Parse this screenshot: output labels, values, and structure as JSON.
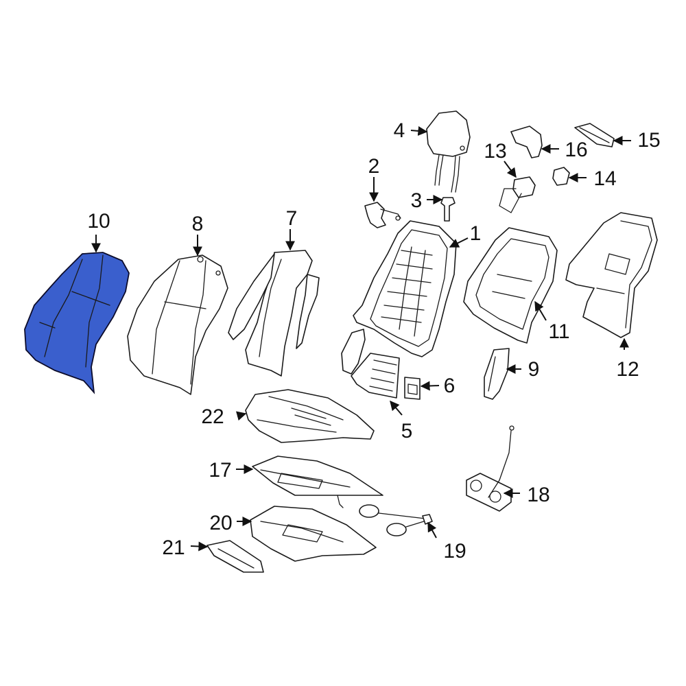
{
  "colors": {
    "highlight": "#3a5fcd",
    "line": "#1a1a1a",
    "background": "#ffffff"
  },
  "highlighted_part": "10",
  "callouts": {
    "c1": "1",
    "c2": "2",
    "c3": "3",
    "c4": "4",
    "c5": "5",
    "c6": "6",
    "c7": "7",
    "c8": "8",
    "c9": "9",
    "c10": "10",
    "c11": "11",
    "c12": "12",
    "c13": "13",
    "c14": "14",
    "c15": "15",
    "c16": "16",
    "c17": "17",
    "c18": "18",
    "c19": "19",
    "c20": "20",
    "c21": "21",
    "c22": "22"
  }
}
